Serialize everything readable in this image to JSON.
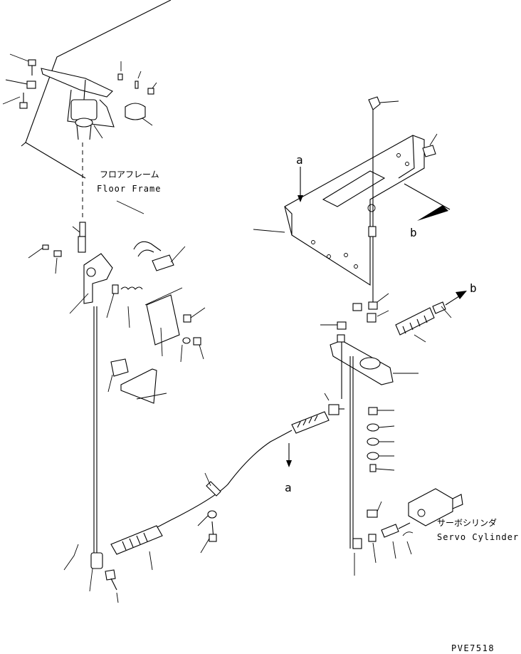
{
  "labels": {
    "floor_frame_jp": "フロアフレーム",
    "floor_frame_en": "Floor Frame",
    "servo_cylinder_jp": "サーボシリンダ",
    "servo_cylinder_en": "Servo Cylinder",
    "arrow_a_top": "a",
    "arrow_a_bottom": "a",
    "arrow_b_upper": "b",
    "arrow_b_right": "b",
    "drawing_code": "PVE7518"
  }
}
